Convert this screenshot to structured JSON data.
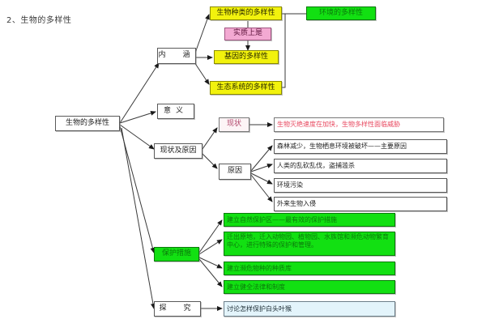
{
  "page": {
    "title": "2、生物的多样性",
    "background": "#ffffff"
  },
  "colors": {
    "yellow": "#f2f20d",
    "pink": "#f3a9d2",
    "green": "#12e012",
    "red_text": "#e8485f",
    "light_blue": "#e3f4fb",
    "line": "#3a3a3a"
  },
  "nodes": {
    "root": "生物的多样性",
    "connotation": "内　涵",
    "species_diversity": "生物种类的多样性",
    "essence_is": "实质上是",
    "gene_diversity": "基因的多样性",
    "ecosystem_diversity": "生态系统的多样性",
    "environment_diversity": "环境的多样性",
    "significance": "意义",
    "status_and_causes": "现状及原因",
    "status": "现状",
    "status_detail": "生物灭绝速度在加快，生物多样性面临威胁",
    "causes": "原因",
    "cause_1": "森林减少，生物栖息环境被破坏——主要原因",
    "cause_2": "人类的乱砍乱伐，盗捕滥杀",
    "cause_3": "环境污染",
    "cause_4": "外来生物入侵",
    "measures": "保护措施",
    "measure_1": "建立自然保护区——最有效的保护措施",
    "measure_2": "迁出原地，迁入动物园、植物园、水族馆和濒危动物繁育中心，进行特殊的保护和管理。",
    "measure_3": "建立濒危物种的种质库",
    "measure_4": "建立健全法律和制度",
    "inquiry": "探　究",
    "inquiry_detail": "讨论怎样保护白头叶猴"
  }
}
